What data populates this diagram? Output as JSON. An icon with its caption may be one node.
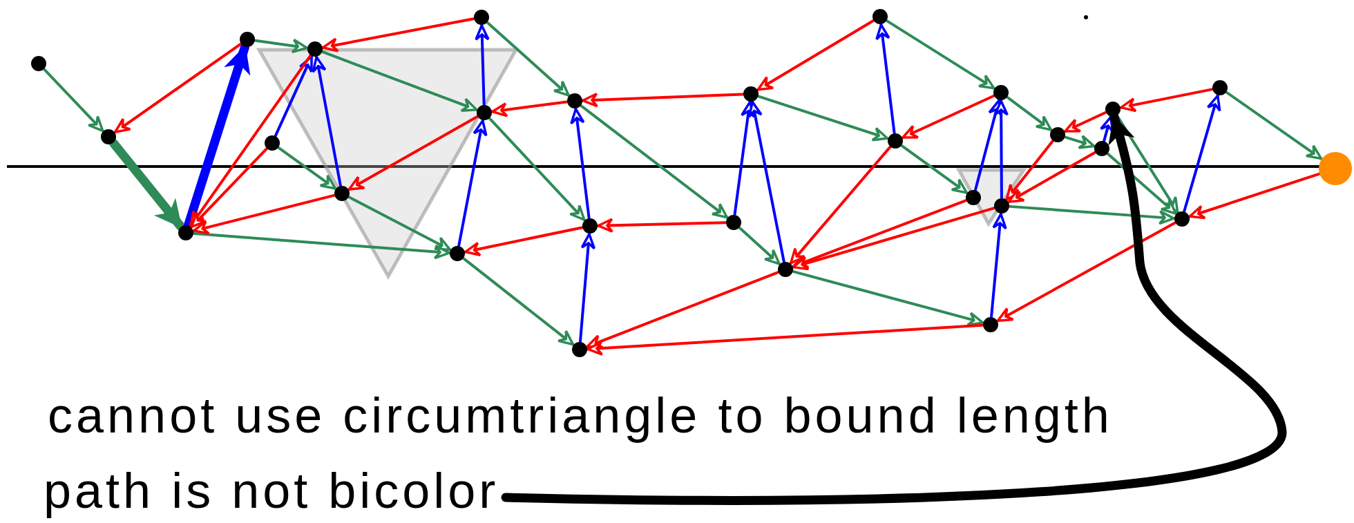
{
  "diagram": {
    "nodes": [
      {
        "text": [],
        "shape": "circle"
      },
      {
        "text": [],
        "shape": "circle"
      },
      {
        "text": [],
        "shape": "circle"
      },
      {
        "text": [],
        "shape": "circle"
      },
      {
        "text": [],
        "shape": "circle"
      },
      {
        "text": [],
        "shape": "circle"
      },
      {
        "text": [],
        "shape": "circle"
      },
      {
        "text": [],
        "shape": "circle"
      },
      {
        "text": [],
        "shape": "circle"
      },
      {
        "text": [],
        "shape": "circle"
      },
      {
        "text": [],
        "shape": "circle"
      },
      {
        "text": [],
        "shape": "circle"
      },
      {
        "text": [],
        "shape": "circle"
      },
      {
        "text": [],
        "shape": "circle"
      },
      {
        "text": [],
        "shape": "circle"
      },
      {
        "text": [],
        "shape": "circle"
      },
      {
        "text": [],
        "shape": "circle"
      },
      {
        "text": [],
        "shape": "circle"
      },
      {
        "text": [],
        "shape": "circle"
      },
      {
        "text": [],
        "shape": "circle"
      },
      {
        "text": [],
        "shape": "circle"
      },
      {
        "text": [],
        "shape": "circle"
      },
      {
        "text": [],
        "shape": "circle"
      },
      {
        "text": [],
        "shape": "circle"
      },
      {
        "text": [],
        "shape": "circle"
      },
      {
        "text": [],
        "shape": "circle"
      },
      {
        "text": [],
        "shape": "circle"
      },
      {
        "text": [],
        "shape": "circle"
      },
      {
        "text": [
          "path is not bicolor"
        ]
      }
    ],
    "edges": [
      {
        "from": 0,
        "to": 1,
        "arrow": "to",
        "color": "#2e8b57"
      },
      {
        "from": 1,
        "to": 2,
        "arrow": "to",
        "style": "thick",
        "color": "#2e8b57"
      },
      {
        "from": 3,
        "to": 4,
        "arrow": "to",
        "color": "#2e8b57"
      },
      {
        "from": 4,
        "to": 8,
        "arrow": "to",
        "color": "#2e8b57"
      },
      {
        "from": 5,
        "to": 6,
        "arrow": "to",
        "color": "#2e8b57"
      },
      {
        "from": 6,
        "to": 9,
        "arrow": "to",
        "color": "#2e8b57"
      },
      {
        "from": 2,
        "to": 9,
        "arrow": "to",
        "color": "#2e8b57"
      },
      {
        "from": 7,
        "to": 10,
        "arrow": "to",
        "color": "#2e8b57"
      },
      {
        "from": 8,
        "to": 11,
        "arrow": "to",
        "color": "#2e8b57"
      },
      {
        "from": 10,
        "to": 12,
        "arrow": "to",
        "color": "#2e8b57"
      },
      {
        "from": 12,
        "to": 14,
        "arrow": "to",
        "color": "#2e8b57"
      },
      {
        "from": 9,
        "to": 17,
        "arrow": "to",
        "color": "#2e8b57"
      },
      {
        "from": 13,
        "to": 16,
        "arrow": "to",
        "color": "#2e8b57"
      },
      {
        "from": 15,
        "to": 19,
        "arrow": "to",
        "color": "#2e8b57"
      },
      {
        "from": 16,
        "to": 25,
        "arrow": "to",
        "color": "#2e8b57"
      },
      {
        "from": 14,
        "to": 18,
        "arrow": "to",
        "color": "#2e8b57"
      },
      {
        "from": 19,
        "to": 20,
        "arrow": "to",
        "color": "#2e8b57"
      },
      {
        "from": 20,
        "to": 22,
        "arrow": "to",
        "color": "#2e8b57"
      },
      {
        "from": 21,
        "to": 27,
        "arrow": "to",
        "color": "#2e8b57"
      },
      {
        "from": 22,
        "to": 27,
        "arrow": "to",
        "color": "#2e8b57"
      },
      {
        "from": 26,
        "to": 27,
        "arrow": "to",
        "color": "#2e8b57"
      },
      {
        "from": 23,
        "to": 24,
        "arrow": "to",
        "color": "#2e8b57"
      },
      {
        "from": 2,
        "to": 3,
        "arrow": "to",
        "style": "thick",
        "color": "#0000ff"
      },
      {
        "from": 5,
        "to": 4,
        "arrow": "to",
        "color": "#0000ff"
      },
      {
        "from": 6,
        "to": 4,
        "arrow": "to",
        "color": "#0000ff"
      },
      {
        "from": 9,
        "to": 8,
        "arrow": "to",
        "color": "#0000ff"
      },
      {
        "from": 8,
        "to": 7,
        "arrow": "to",
        "color": "#0000ff"
      },
      {
        "from": 11,
        "to": 10,
        "arrow": "to",
        "color": "#0000ff"
      },
      {
        "from": 17,
        "to": 11,
        "arrow": "to",
        "color": "#0000ff"
      },
      {
        "from": 12,
        "to": 13,
        "arrow": "to",
        "color": "#0000ff"
      },
      {
        "from": 14,
        "to": 13,
        "arrow": "to",
        "color": "#0000ff"
      },
      {
        "from": 16,
        "to": 15,
        "arrow": "to",
        "color": "#0000ff"
      },
      {
        "from": 25,
        "to": 19,
        "arrow": "to",
        "color": "#0000ff"
      },
      {
        "from": 26,
        "to": 19,
        "arrow": "to",
        "color": "#0000ff"
      },
      {
        "from": 18,
        "to": 26,
        "arrow": "to",
        "color": "#0000ff"
      },
      {
        "from": 22,
        "to": 21,
        "arrow": "to",
        "color": "#0000ff"
      },
      {
        "from": 27,
        "to": 23,
        "arrow": "to",
        "color": "#0000ff"
      },
      {
        "from": 3,
        "to": 1,
        "arrow": "to"
      },
      {
        "from": 7,
        "to": 4,
        "arrow": "to"
      },
      {
        "from": 10,
        "to": 8,
        "arrow": "to"
      },
      {
        "from": 8,
        "to": 6,
        "arrow": "to"
      },
      {
        "from": 4,
        "to": 2,
        "arrow": "to"
      },
      {
        "from": 5,
        "to": 2,
        "arrow": "to"
      },
      {
        "from": 6,
        "to": 2,
        "arrow": "to"
      },
      {
        "from": 13,
        "to": 10,
        "arrow": "to"
      },
      {
        "from": 11,
        "to": 9,
        "arrow": "to"
      },
      {
        "from": 12,
        "to": 11,
        "arrow": "to"
      },
      {
        "from": 15,
        "to": 13,
        "arrow": "to"
      },
      {
        "from": 19,
        "to": 16,
        "arrow": "to"
      },
      {
        "from": 16,
        "to": 14,
        "arrow": "to"
      },
      {
        "from": 25,
        "to": 14,
        "arrow": "to"
      },
      {
        "from": 26,
        "to": 14,
        "arrow": "to"
      },
      {
        "from": 14,
        "to": 17,
        "arrow": "to"
      },
      {
        "from": 18,
        "to": 17,
        "arrow": "to"
      },
      {
        "from": 20,
        "to": 26,
        "arrow": "to"
      },
      {
        "from": 22,
        "to": 26,
        "arrow": "to"
      },
      {
        "from": 21,
        "to": 20,
        "arrow": "to"
      },
      {
        "from": 23,
        "to": 21,
        "arrow": "to"
      },
      {
        "from": 24,
        "to": 27,
        "arrow": "to"
      },
      {
        "from": 27,
        "to": 18,
        "arrow": "to"
      },
      {
        "from": 28,
        "to": 21,
        "arrow": "to",
        "style": "thick",
        "color": "#000000"
      }
    ],
    "labels": [
      "cannot use circumtriangle to bound length"
    ]
  }
}
